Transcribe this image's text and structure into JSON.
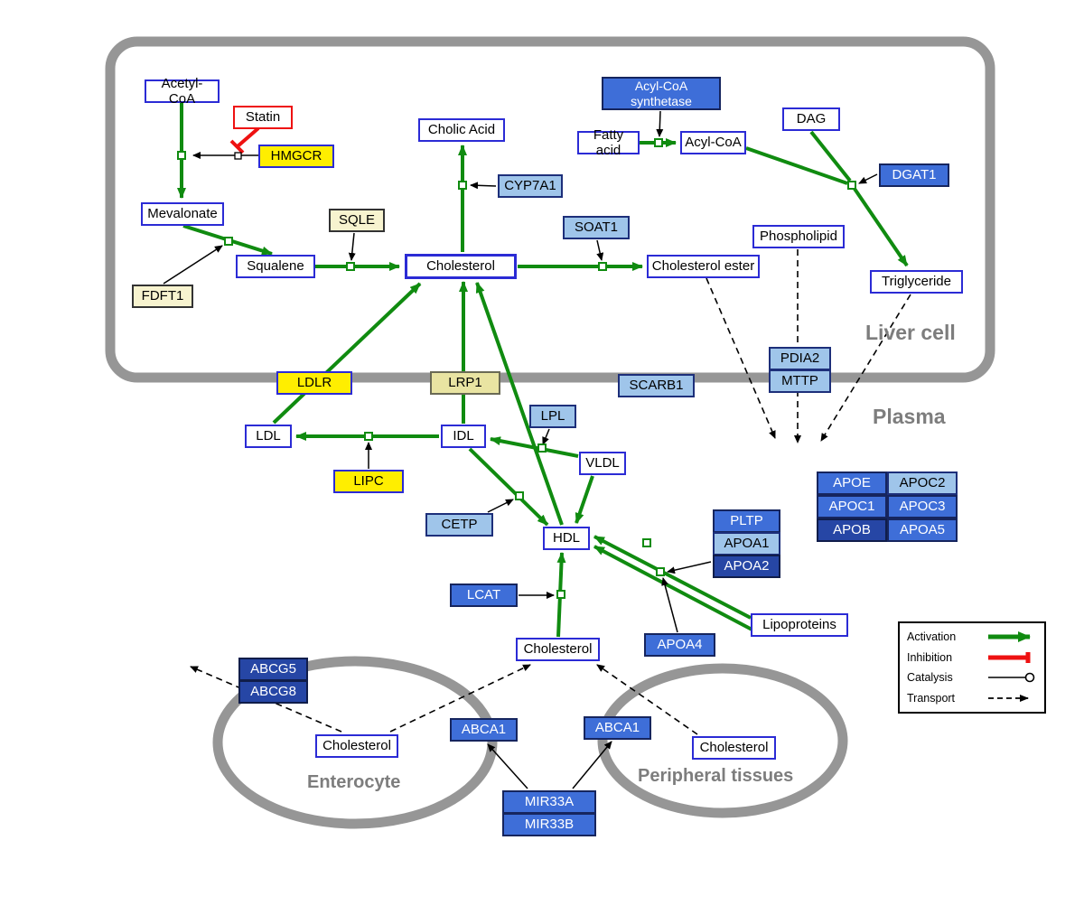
{
  "compartments": {
    "liver": "Liver cell",
    "plasma": "Plasma",
    "enterocyte": "Enterocyte",
    "peripheral": "Peripheral tissues"
  },
  "nodes": {
    "acetyl_coa": "Acetyl-CoA",
    "statin": "Statin",
    "hmgcr": "HMGCR",
    "mevalonate": "Mevalonate",
    "sqle": "SQLE",
    "fdft1": "FDFT1",
    "squalene": "Squalene",
    "cholic_acid": "Cholic Acid",
    "cyp7a1": "CYP7A1",
    "cholesterol_liver": "Cholesterol",
    "soat1": "SOAT1",
    "cholesterol_ester": "Cholesterol ester",
    "acylcoa_synthetase": "Acyl-CoA synthetase",
    "fatty_acid": "Fatty acid",
    "acyl_coa": "Acyl-CoA",
    "dag": "DAG",
    "dgat1": "DGAT1",
    "phospholipid": "Phospholipid",
    "triglyceride": "Triglyceride",
    "ldlr": "LDLR",
    "lrp1": "LRP1",
    "scarb1": "SCARB1",
    "pdia2": "PDIA2",
    "mttp": "MTTP",
    "ldl": "LDL",
    "idl": "IDL",
    "lpl": "LPL",
    "vldl": "VLDL",
    "lipc": "LIPC",
    "cetp": "CETP",
    "hdl": "HDL",
    "lcat": "LCAT",
    "pltp": "PLTP",
    "apoa1": "APOA1",
    "apoa2": "APOA2",
    "apoa4": "APOA4",
    "lipoproteins": "Lipoproteins",
    "apoe": "APOE",
    "apoc2": "APOC2",
    "apoc1": "APOC1",
    "apoc3": "APOC3",
    "apob": "APOB",
    "apoa5": "APOA5",
    "cholesterol_plasma": "Cholesterol",
    "abcg5": "ABCG5",
    "abcg8": "ABCG8",
    "cholesterol_enterocyte": "Cholesterol",
    "abca1_left": "ABCA1",
    "abca1_right": "ABCA1",
    "cholesterol_peripheral": "Cholesterol",
    "mir33a": "MIR33A",
    "mir33b": "MIR33B"
  },
  "legend": {
    "activation": "Activation",
    "inhibition": "Inhibition",
    "catalysis": "Catalysis",
    "transport": "Transport"
  },
  "colors": {
    "activation": "#108b10",
    "inhibition": "#ee1111",
    "catalysis": "#000000",
    "transport": "#000000",
    "membrane": "#969696",
    "gene_light": "#9fc5ea",
    "gene_medium": "#3e6ed8",
    "gene_dark": "#2646a5",
    "enzyme_yellow": "#ffee00",
    "enzyme_pale_yellow": "#f7f3cf"
  }
}
